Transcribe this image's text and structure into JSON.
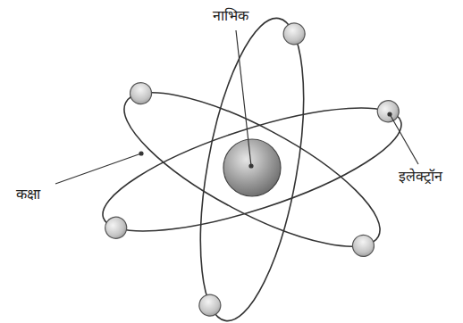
{
  "diagram": {
    "labels": [
      "नाभिक",
      "इलेक्ट्रॉन",
      "कक्षा"
    ]
  }
}
